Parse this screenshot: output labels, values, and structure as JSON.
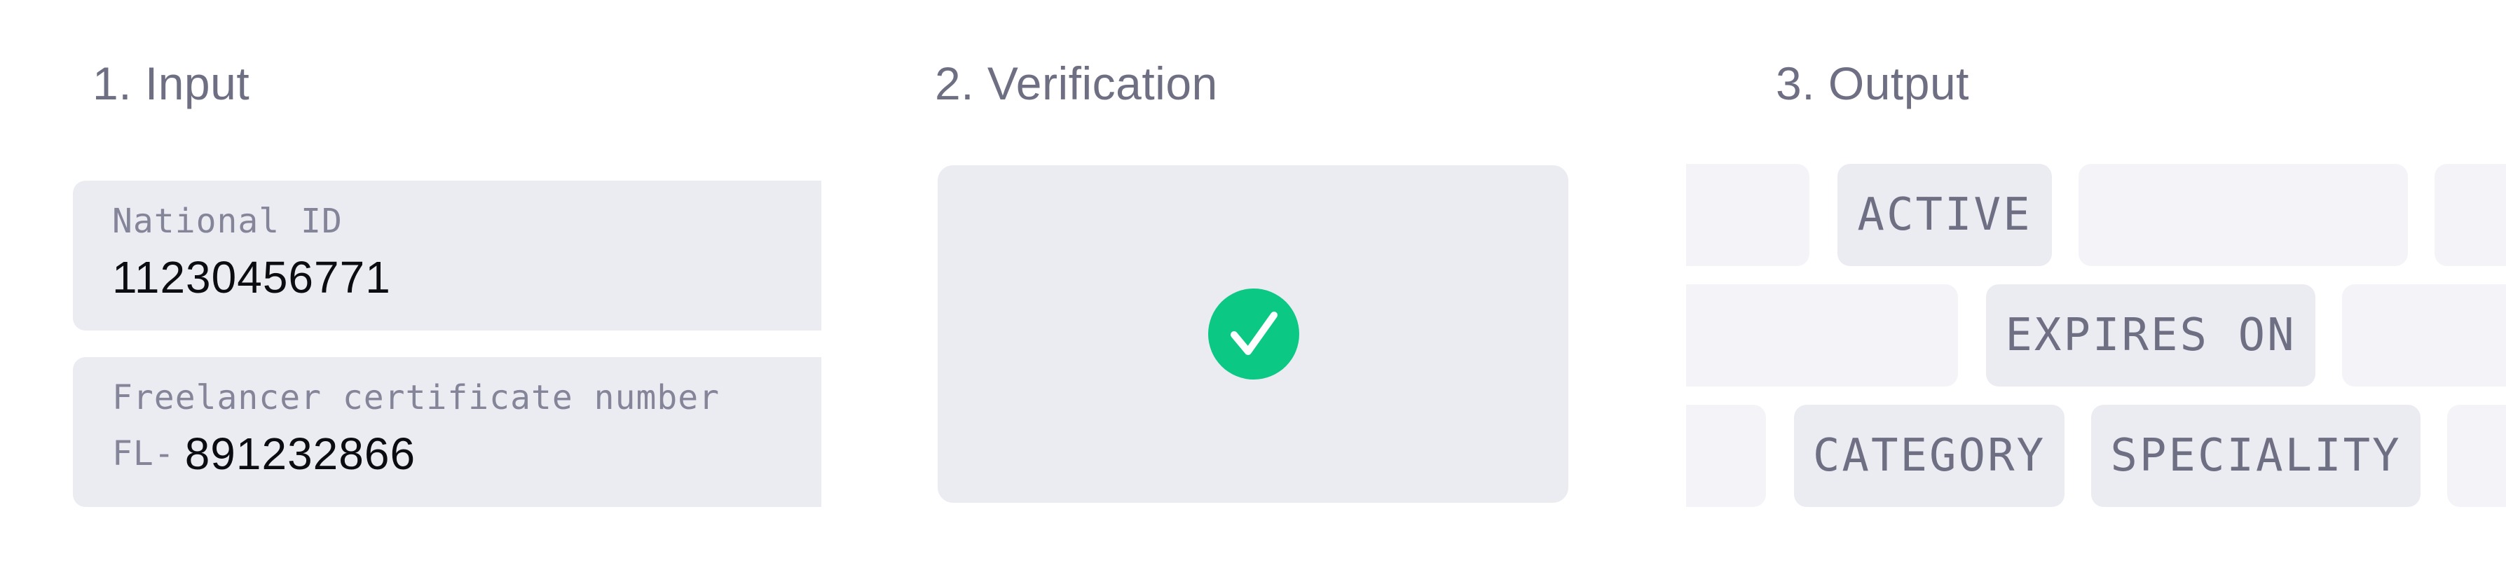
{
  "sections": {
    "input": {
      "title": "1. Input"
    },
    "verification": {
      "title": "2. Verification"
    },
    "output": {
      "title": "3. Output"
    }
  },
  "input_fields": [
    {
      "label": "National ID",
      "prefix": "",
      "value": "11230456771"
    },
    {
      "label": "Freelancer certificate number",
      "prefix": "FL-",
      "value": "891232866"
    }
  ],
  "verification": {
    "status_icon": "check-circle-icon",
    "status_color": "#0cc885"
  },
  "output_tags": [
    "ACTIVE",
    "EXPIRES ON",
    "CATEGORY",
    "SPECIALITY"
  ],
  "colors": {
    "card_bg": "#ebebf2",
    "ghost_tag_bg": "#f4f4f8",
    "muted_text": "#6f6f84"
  }
}
